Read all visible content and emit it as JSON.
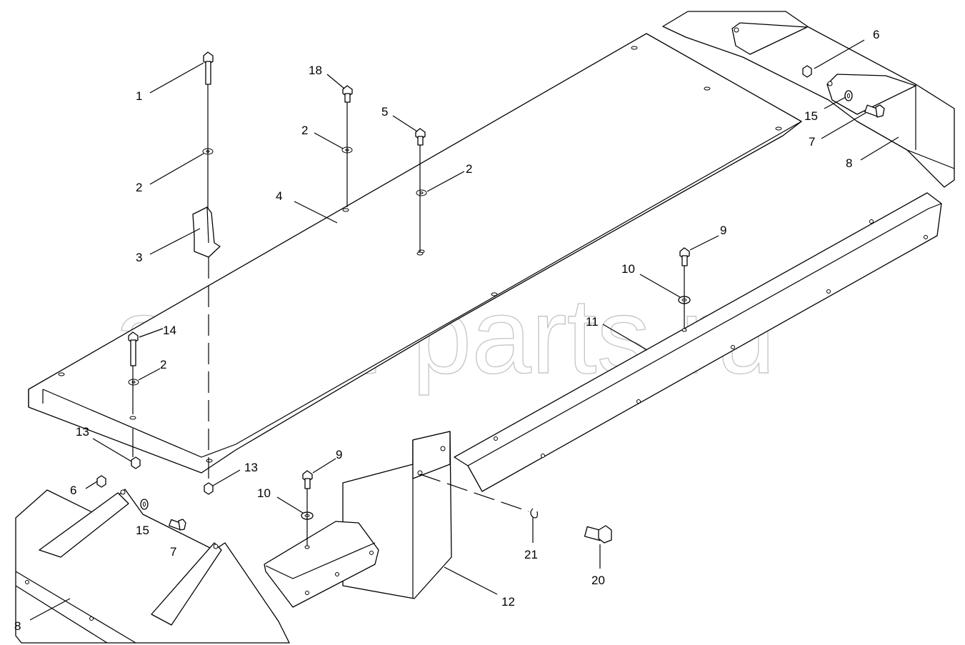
{
  "watermark": "ansat-parts.ru",
  "callouts": [
    {
      "id": "c1",
      "text": "1"
    },
    {
      "id": "c2a",
      "text": "2"
    },
    {
      "id": "c3",
      "text": "3"
    },
    {
      "id": "c18",
      "text": "18"
    },
    {
      "id": "c2b",
      "text": "2"
    },
    {
      "id": "c5",
      "text": "5"
    },
    {
      "id": "c2c",
      "text": "2"
    },
    {
      "id": "c4",
      "text": "4"
    },
    {
      "id": "c6a",
      "text": "6"
    },
    {
      "id": "c15a",
      "text": "15"
    },
    {
      "id": "c7a",
      "text": "7"
    },
    {
      "id": "c8a",
      "text": "8"
    },
    {
      "id": "c9a",
      "text": "9"
    },
    {
      "id": "c10a",
      "text": "10"
    },
    {
      "id": "c11",
      "text": "11"
    },
    {
      "id": "c14",
      "text": "14"
    },
    {
      "id": "c2d",
      "text": "2"
    },
    {
      "id": "c13a",
      "text": "13"
    },
    {
      "id": "c13b",
      "text": "13"
    },
    {
      "id": "c6b",
      "text": "6"
    },
    {
      "id": "c15b",
      "text": "15"
    },
    {
      "id": "c7b",
      "text": "7"
    },
    {
      "id": "c9b",
      "text": "9"
    },
    {
      "id": "c10b",
      "text": "10"
    },
    {
      "id": "c21",
      "text": "21"
    },
    {
      "id": "c20",
      "text": "20"
    },
    {
      "id": "c12",
      "text": "12"
    },
    {
      "id": "c8b",
      "text": "8"
    }
  ]
}
